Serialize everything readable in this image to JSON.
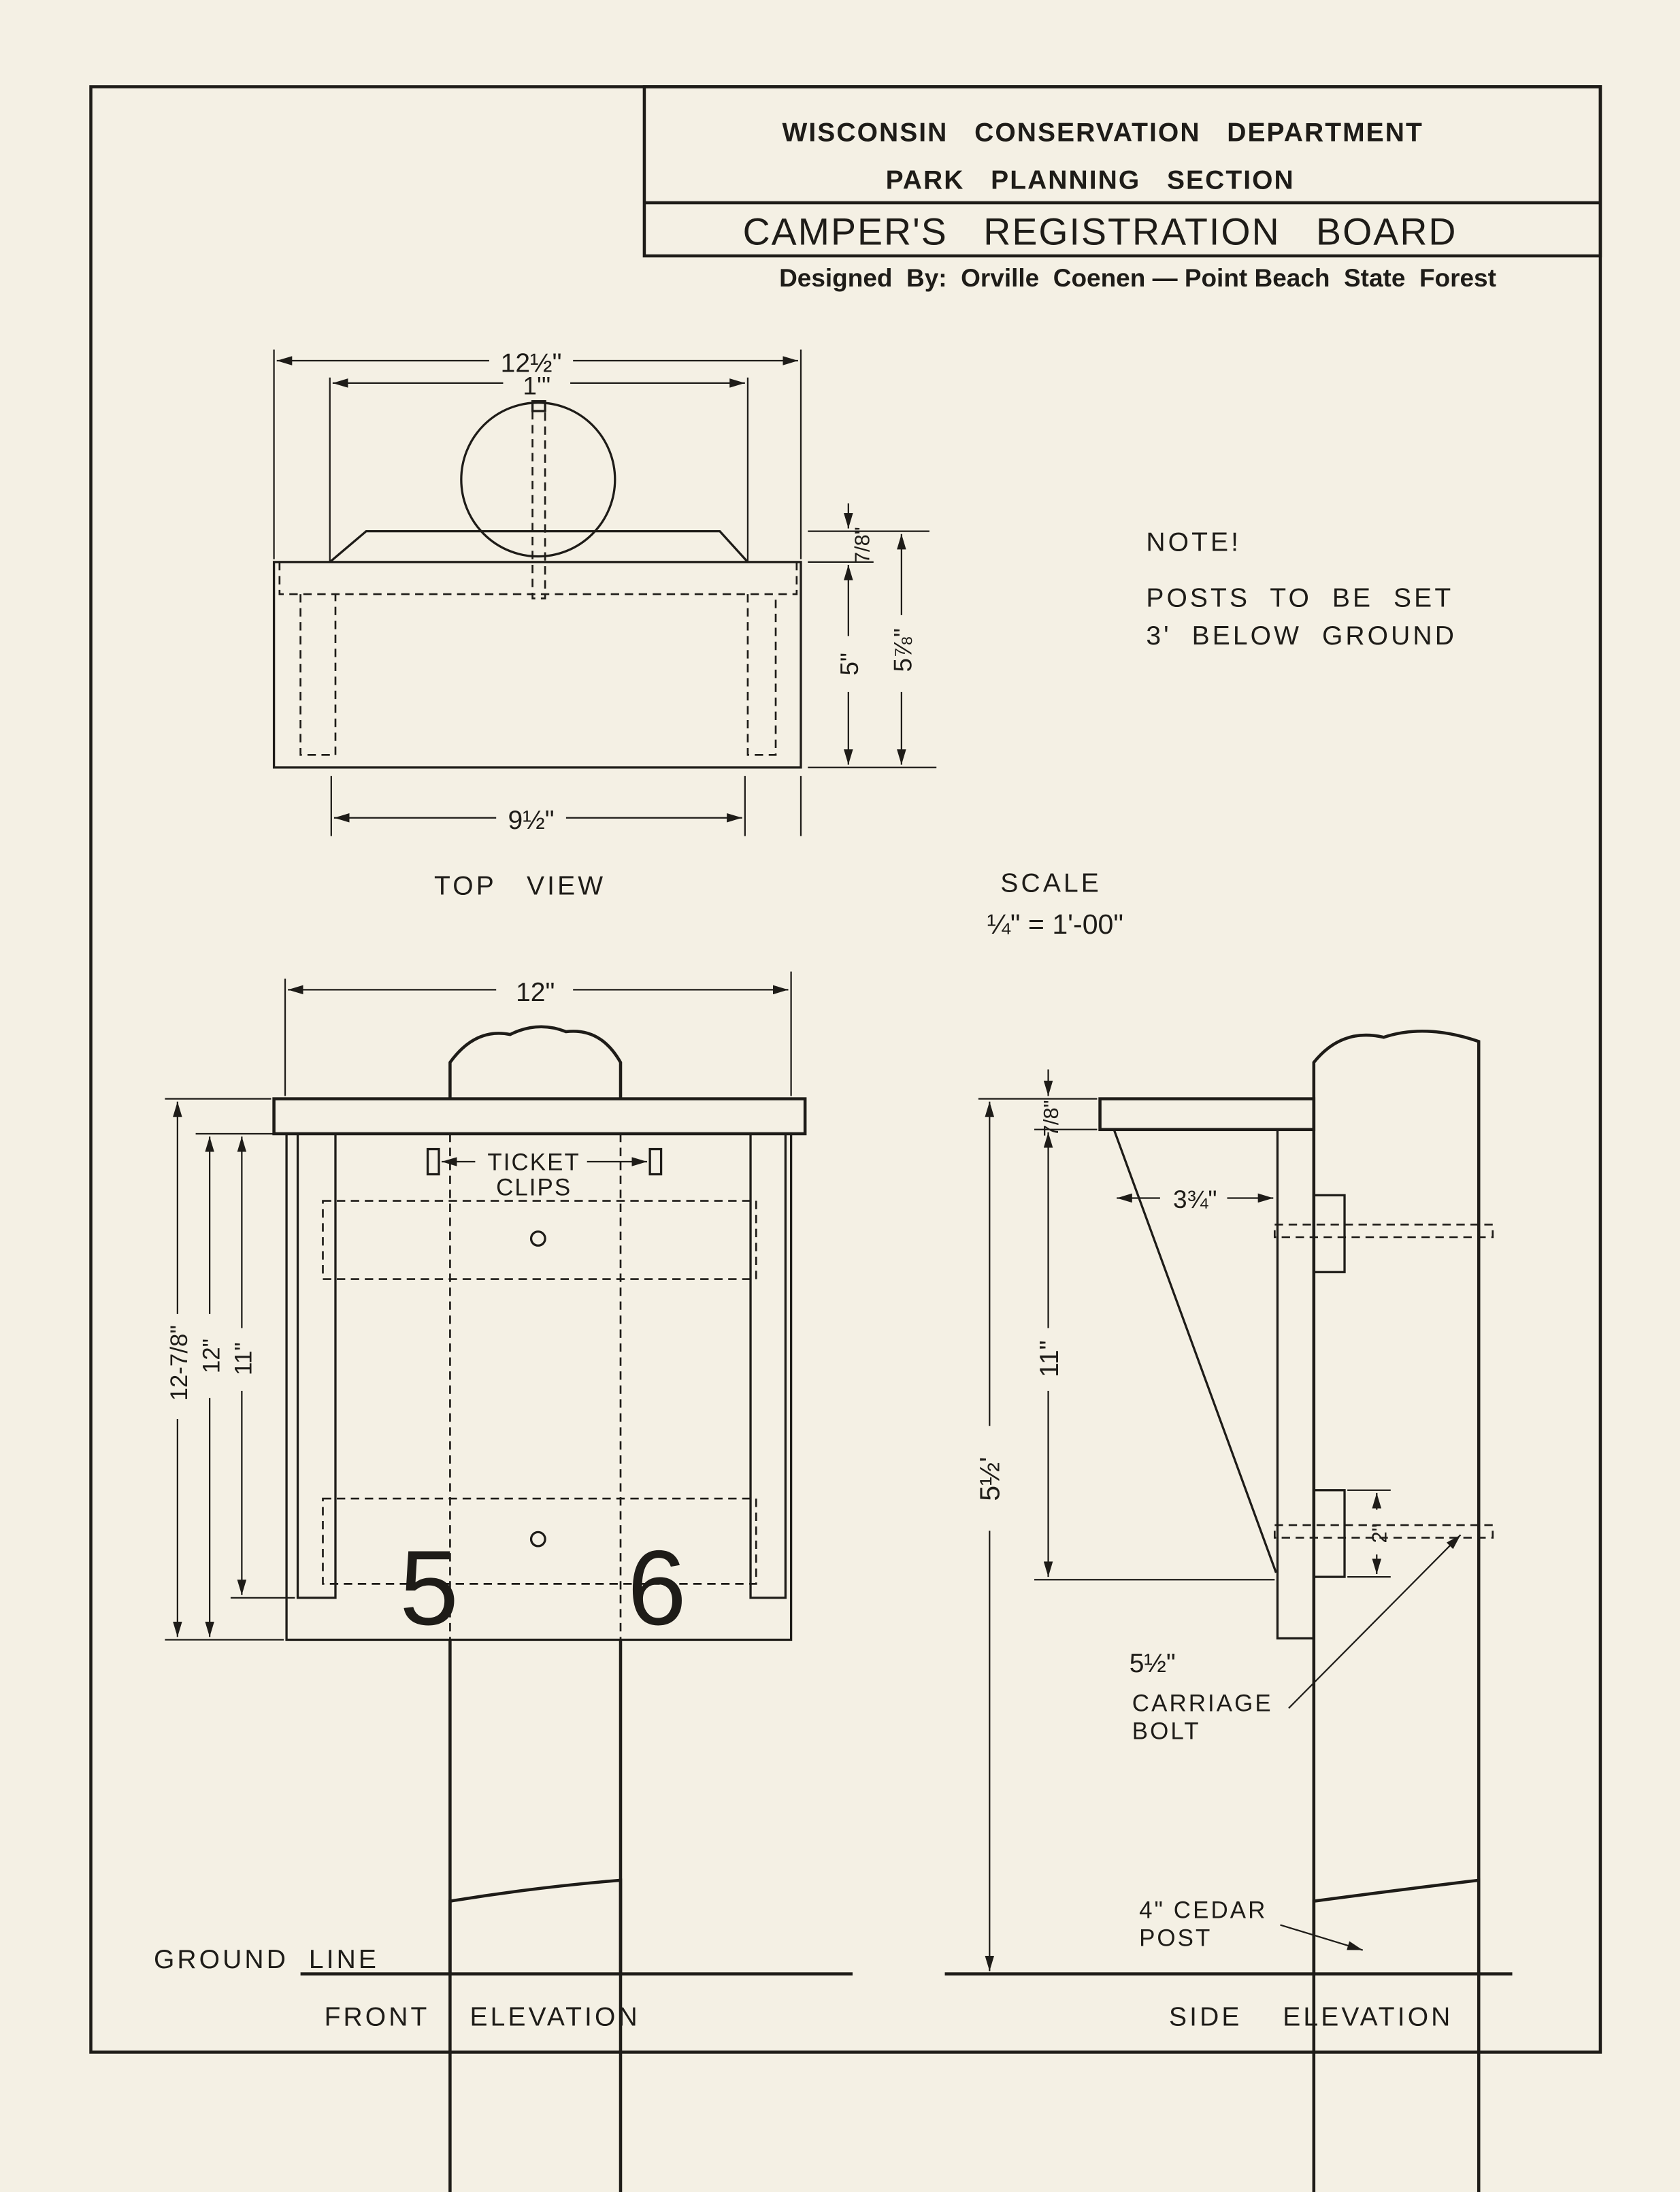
{
  "title_block": {
    "line1": "WISCONSIN   CONSERVATION   DEPARTMENT",
    "line2": "PARK   PLANNING   SECTION",
    "title": "CAMPER'S   REGISTRATION   BOARD",
    "designer": "Designed  By:  Orville  Coenen — Point Beach  State  Forest"
  },
  "top_view": {
    "label": "TOP   VIEW",
    "dims": {
      "overall": "12½\"",
      "inner": "1'\"",
      "base": "9½\"",
      "board": "7/8\"",
      "height": "5\"",
      "total": "5⅞\""
    }
  },
  "note": {
    "title": "NOTE!",
    "line1": "POSTS  TO  BE  SET",
    "line2": "3'  BELOW  GROUND"
  },
  "scale": {
    "label": "SCALE",
    "value": "¼\" = 1'-00\""
  },
  "front_elevation": {
    "label": "FRONT    ELEVATION",
    "ground": "GROUND  LINE",
    "clips_1": "TICKET",
    "clips_2": "CLIPS",
    "site_numbers": [
      "5",
      "6"
    ],
    "dims": {
      "width": "12\"",
      "d1": "12-7/8\"",
      "d2": "12\"",
      "d3": "11\""
    }
  },
  "side_elevation": {
    "label": "SIDE    ELEVATION",
    "bolt_size": "5½\"",
    "bolt_1": "CARRIAGE",
    "bolt_2": "BOLT",
    "post_1": "4\" CEDAR",
    "post_2": "POST",
    "dims": {
      "board": "7/8\"",
      "offset": "3¾\"",
      "height": "11\"",
      "total": "5½'",
      "block": "2\""
    }
  }
}
